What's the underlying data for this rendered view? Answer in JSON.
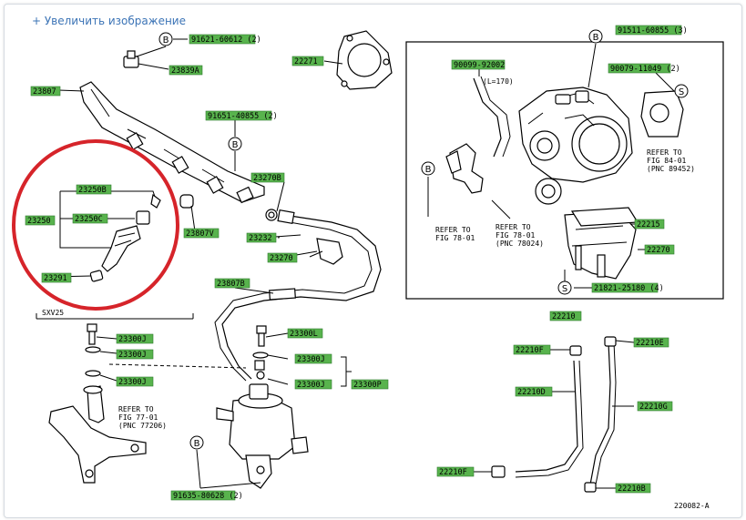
{
  "zoom_link": "+ Увеличить изображение",
  "labels": {
    "p91621": "91621-60612 (2)",
    "p23839A": "23839A",
    "p23807": "23807",
    "p91651": "91651-40855 (2)",
    "p22271": "22271",
    "p23270B": "23270B",
    "p23250B": "23250B",
    "p23250": "23250",
    "p23250C": "23250C",
    "p23807V": "23807V",
    "p23232": "23232",
    "p23270": "23270",
    "p23291": "23291",
    "p23807B": "23807B",
    "p90099": "90099-92002",
    "p91511": "91511-60855 (3)",
    "p90079": "90079-11049 (2)",
    "p22215": "22215",
    "p22270": "22270",
    "p21821": "21821-25180 (4)",
    "p22210": "22210",
    "p23300L1": "23300L",
    "p23300J1": "23300J",
    "p23300J2": "23300J",
    "p23300J3": "23300J",
    "p23300J4": "23300J",
    "p23300P": "23300P",
    "p22210F1": "22210F",
    "p22210E": "22210E",
    "p22210D": "22210D",
    "p22210G": "22210G",
    "p22210F2": "22210F",
    "p22210B": "22210B",
    "p91635": "91635-80628 (2)"
  },
  "notes": {
    "hose_len": "(L=170)",
    "refer_84_1": "REFER TO",
    "refer_84_2": "FIG 84-01",
    "refer_84_3": "(PNC 89452)",
    "refer_78a_1": "REFER TO",
    "refer_78a_2": "FIG 78-01",
    "refer_78b_1": "REFER TO",
    "refer_78b_2": "FIG 78-01",
    "refer_78b_3": "(PNC 78024)",
    "refer_77_1": "REFER TO",
    "refer_77_2": "FIG 77-01",
    "refer_77_3": "(PNC 77206)",
    "sxv25": "SXV25",
    "fig_no": "220082-A"
  },
  "markers": {
    "b": "B",
    "s": "S"
  },
  "colors": {
    "tag_fill": "#58b34d",
    "highlight_circle": "#d6242a",
    "link": "#3c74b6"
  }
}
